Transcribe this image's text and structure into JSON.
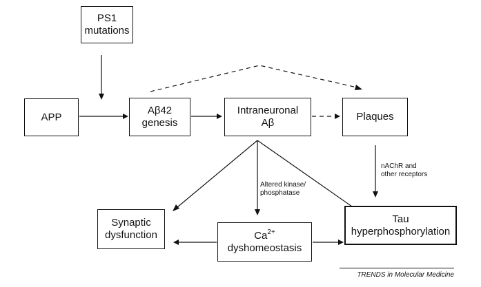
{
  "nodes": {
    "ps1": {
      "line1": "PS1",
      "line2": "mutations"
    },
    "app": {
      "label": "APP"
    },
    "ab42": {
      "line1": "Aβ42",
      "line2": "genesis"
    },
    "intraneuronal": {
      "line1": "Intraneuronal",
      "line2": "Aβ"
    },
    "plaques": {
      "label": "Plaques"
    },
    "synaptic": {
      "line1": "Synaptic",
      "line2": "dysfunction"
    },
    "calcium": {
      "base": "Ca",
      "superscript": "2+",
      "line2": "dyshomeostasis"
    },
    "tau": {
      "line1": "Tau",
      "line2": "hyperphosphorylation"
    }
  },
  "edge_labels": {
    "kinase": {
      "line1": "Altered kinase/",
      "line2": "phosphatase"
    },
    "nachr": {
      "line1": "nAChR and",
      "line2": "other receptors"
    }
  },
  "source": "TRENDS in Molecular Medicine",
  "colors": {
    "line": "#111111",
    "background": "#ffffff"
  }
}
